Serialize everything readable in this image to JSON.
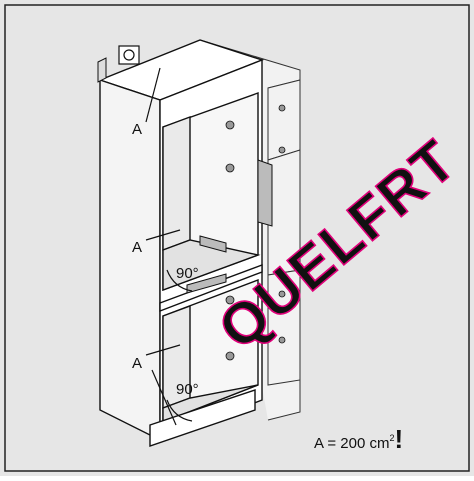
{
  "labels": {
    "a_top": "A",
    "a_mid": "A",
    "a_low": "A",
    "angle_upper": "90°",
    "angle_lower": "90°",
    "area_prefix": "A = 200 cm",
    "area_exp": "2",
    "area_mark": "!"
  },
  "watermark": {
    "text": "QUELFRT",
    "color": "#e0007a"
  },
  "colors": {
    "background": "#e6e6e6",
    "line": "#111111",
    "panel": "#ffffff"
  }
}
